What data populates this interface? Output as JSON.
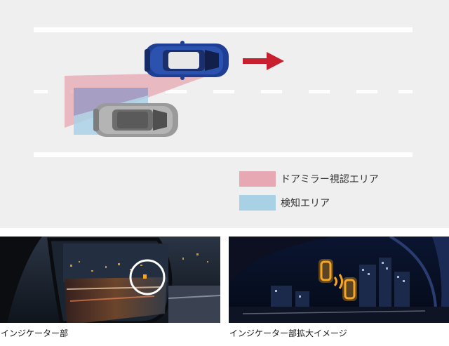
{
  "legend": [
    {
      "label": "ドアミラー視認エリア",
      "color": "#e7a7b3"
    },
    {
      "label": "検知エリア",
      "color": "#a9d1e6"
    }
  ],
  "captions": {
    "left": "インジケーター部",
    "right": "インジケーター部拡大イメージ"
  },
  "colors": {
    "road_bg": "#efefef",
    "lane_line": "#ffffff",
    "host_car": "#1f3f95",
    "adjacent_car": "#9a9a9a",
    "arrow": "#c8202f",
    "indicator": "#f6a623"
  }
}
